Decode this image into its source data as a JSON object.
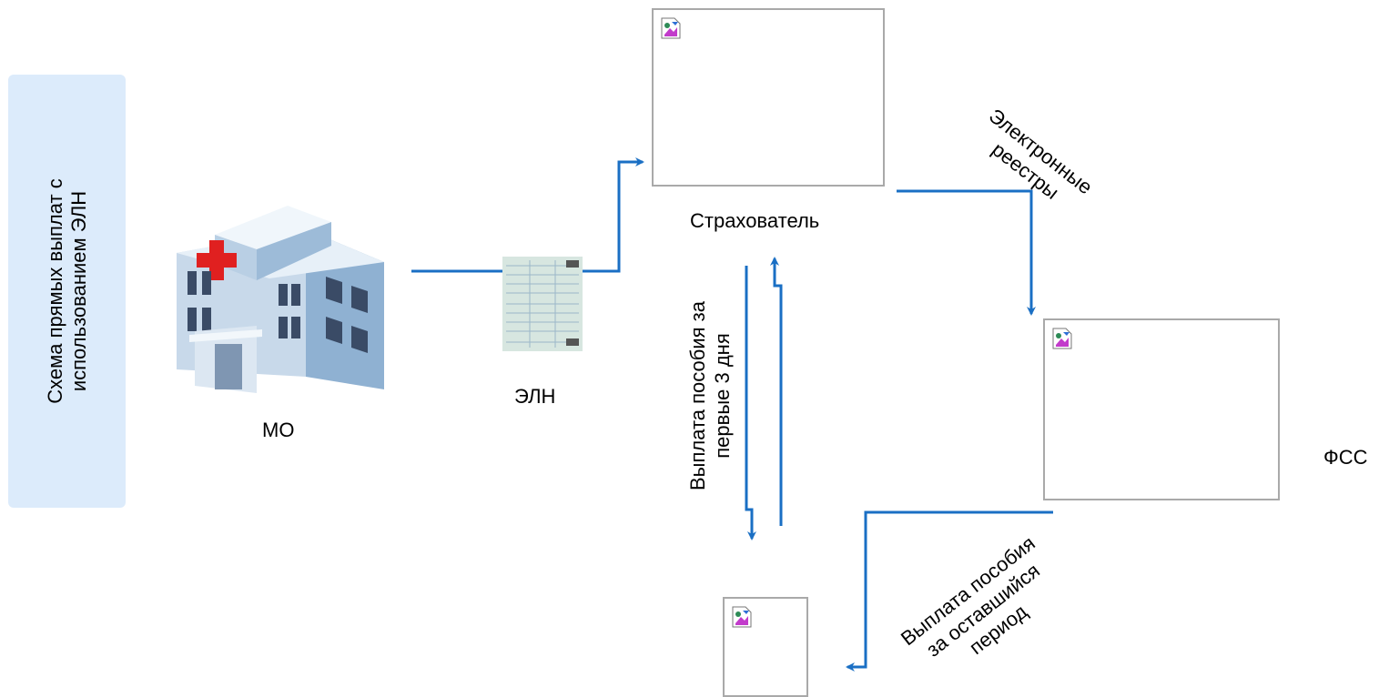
{
  "side_panel": {
    "line1": "Схема прямых выплат с",
    "line2": "использованием ЭЛН"
  },
  "labels": {
    "mo": "МО",
    "eln": "ЭЛН",
    "insurer": "Страхователь",
    "fss": "ФСС"
  },
  "flows": {
    "registers_line1": "Электронные",
    "registers_line2": "реестры",
    "first3_line1": "Выплата пособия за",
    "first3_line2": "первые 3 дня",
    "rest_line1": "Выплата пособия",
    "rest_line2": "за оставшийся",
    "rest_line3": "период"
  },
  "colors": {
    "arrow": "#1a6fc4",
    "panel": "#dcebfb",
    "box_border": "#a9a9a9"
  },
  "icons": [
    "hospital-building-icon",
    "eln-form-icon",
    "broken-image-icon"
  ]
}
